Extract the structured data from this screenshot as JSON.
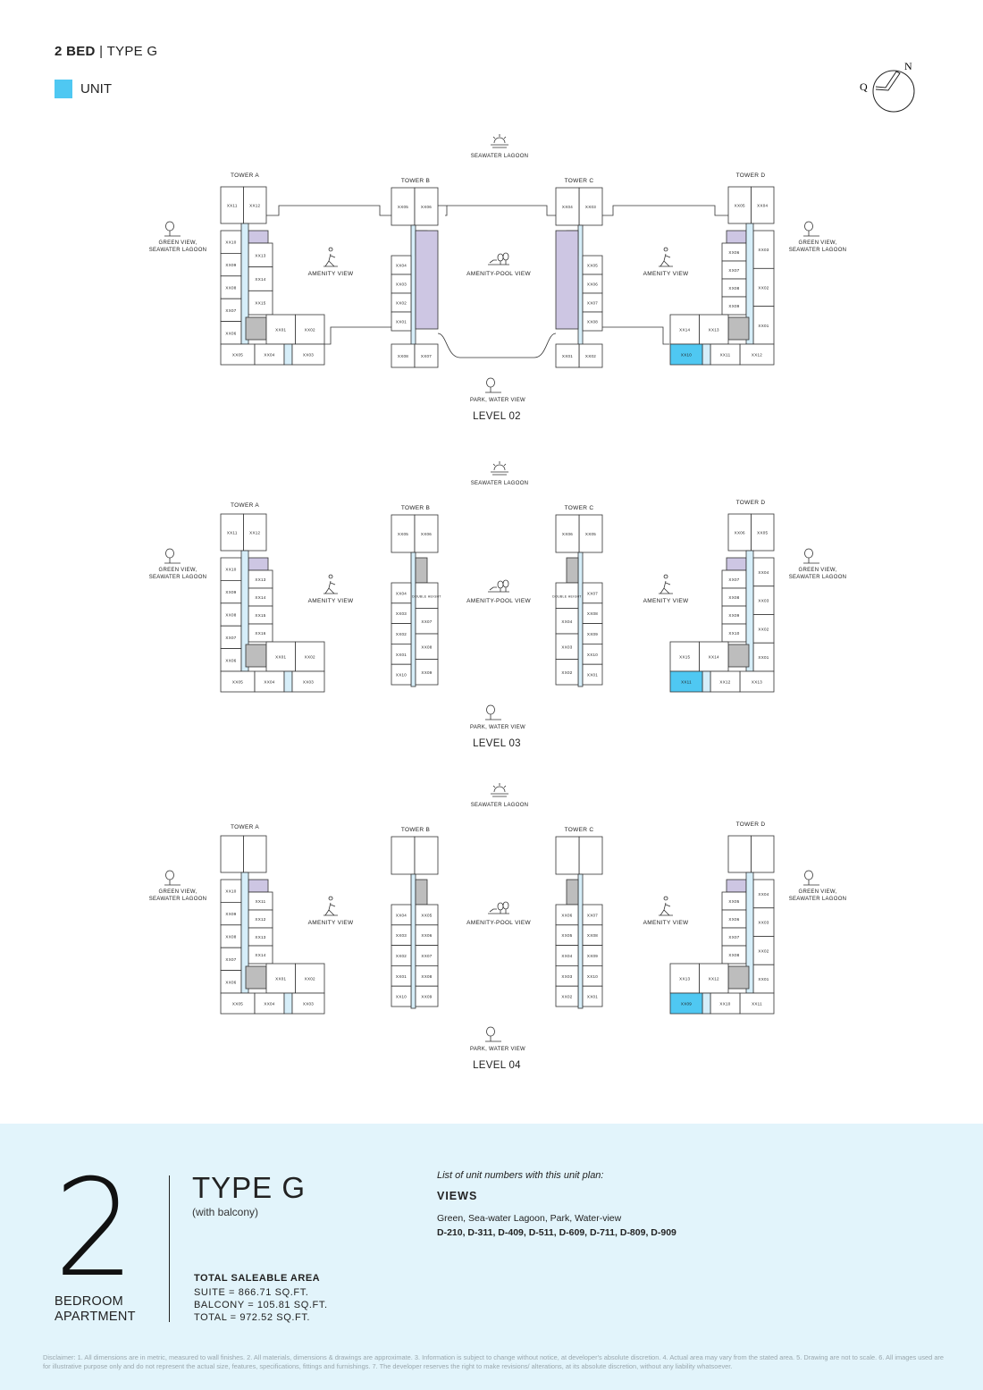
{
  "header": {
    "bed": "2 BED",
    "separator": "|",
    "type": "TYPE G"
  },
  "legend": {
    "label": "UNIT",
    "color": "#4fc8f2"
  },
  "compass": {
    "north": "N",
    "q": "Q"
  },
  "colors": {
    "unit": "#4fc8f2",
    "corridor": "#d6eef9",
    "amenity": "#cdc6e3",
    "core": "#bdbdbd"
  },
  "views": {
    "top": "SEAWATER LAGOON",
    "left": [
      "GREEN VIEW,",
      "SEAWATER LAGOON"
    ],
    "right": [
      "GREEN VIEW,",
      "SEAWATER LAGOON"
    ],
    "amenity": "AMENITY VIEW",
    "pool": "AMENITY-POOL VIEW",
    "bottom": "PARK, WATER VIEW"
  },
  "towers": {
    "A": "TOWER A",
    "B": "TOWER B",
    "C": "TOWER C",
    "D": "TOWER D"
  },
  "levels": [
    {
      "label": "LEVEL 02",
      "A": {
        "top": [
          "XX11",
          "XX12"
        ],
        "left": [
          "XX10",
          "XX09",
          "XX08",
          "XX07",
          "XX06"
        ],
        "right": [
          "XX13",
          "XX14",
          "XX15"
        ],
        "foot": [
          "XX01",
          "XX02"
        ],
        "bottom": [
          "XX05",
          "XX04",
          "XX03"
        ]
      },
      "B": {
        "top": [
          "XX05",
          "XX06"
        ],
        "left": [
          "XX04",
          "XX03",
          "XX02",
          "XX01"
        ],
        "right": [],
        "bottom": [
          "XX08",
          "XX07"
        ]
      },
      "C": {
        "top": [
          "XX03",
          "XX04"
        ],
        "left": [
          "XX05",
          "XX06",
          "XX07",
          "XX08"
        ],
        "right": [],
        "bottom": [
          "XX02",
          "XX01"
        ]
      },
      "D": {
        "top": [
          "XX04",
          "XX05"
        ],
        "left": [
          "XX03",
          "XX02",
          "XX01"
        ],
        "right": [
          "XX06",
          "XX07",
          "XX08",
          "XX09"
        ],
        "foot": [
          "XX13",
          "XX14"
        ],
        "bottom": [
          "XX12",
          "XX11",
          "XX10"
        ],
        "highlight": "XX10"
      }
    },
    {
      "label": "LEVEL 03",
      "A": {
        "top": [
          "XX11",
          "XX12"
        ],
        "left": [
          "XX10",
          "XX09",
          "XX08",
          "XX07",
          "XX06"
        ],
        "right": [
          "XX13",
          "XX14",
          "XX15",
          "XX16"
        ],
        "foot": [
          "XX01",
          "XX02"
        ],
        "bottom": [
          "XX05",
          "XX04",
          "XX03"
        ]
      },
      "B": {
        "top": [
          "XX05",
          "XX06"
        ],
        "left": [
          "XX04",
          "XX03",
          "XX02",
          "XX01",
          "XX10"
        ],
        "right": [
          "DOUBLE HEIGHT",
          "XX07",
          "XX08",
          "XX09"
        ],
        "bottom": []
      },
      "C": {
        "top": [
          "XX05",
          "XX06"
        ],
        "left": [
          "XX07",
          "XX08",
          "XX09",
          "XX10",
          "XX01"
        ],
        "right": [
          "DOUBLE HEIGHT",
          "XX04",
          "XX03",
          "XX02"
        ],
        "bottom": []
      },
      "D": {
        "top": [
          "XX05",
          "XX06"
        ],
        "left": [
          "XX04",
          "XX03",
          "XX02",
          "XX01"
        ],
        "right": [
          "XX07",
          "XX08",
          "XX09",
          "XX10"
        ],
        "foot": [
          "XX14",
          "XX15"
        ],
        "bottom": [
          "XX13",
          "XX12",
          "XX11"
        ],
        "highlight": "XX11"
      }
    },
    {
      "label": "LEVEL 04",
      "A": {
        "top": [],
        "left": [
          "XX10",
          "XX09",
          "XX08",
          "XX07",
          "XX06"
        ],
        "right": [
          "XX11",
          "XX12",
          "XX13",
          "XX14"
        ],
        "foot": [
          "XX01",
          "XX02"
        ],
        "bottom": [
          "XX05",
          "XX04",
          "XX03"
        ]
      },
      "B": {
        "top": [],
        "left": [
          "XX04",
          "XX03",
          "XX02",
          "XX01",
          "XX10"
        ],
        "right": [
          "XX05",
          "XX06",
          "XX07",
          "XX08",
          "XX09"
        ],
        "bottom": []
      },
      "C": {
        "top": [],
        "left": [
          "XX07",
          "XX08",
          "XX09",
          "XX10",
          "XX01"
        ],
        "right": [
          "XX06",
          "XX05",
          "XX04",
          "XX03",
          "XX02"
        ],
        "bottom": []
      },
      "D": {
        "top": [],
        "left": [
          "XX04",
          "XX03",
          "XX02",
          "XX01"
        ],
        "right": [
          "XX05",
          "XX06",
          "XX07",
          "XX08"
        ],
        "foot": [
          "XX12",
          "XX13"
        ],
        "bottom": [
          "XX11",
          "XX10",
          "XX09"
        ],
        "highlight": "XX09"
      }
    }
  ],
  "summary": {
    "number": "2",
    "bedroom": "BEDROOM",
    "apartment": "APARTMENT",
    "type": "TYPE G",
    "with_balcony": "(with balcony)",
    "area_title": "TOTAL SALEABLE AREA",
    "suite": "SUITE = 866.71 SQ.FT.",
    "balcony": "BALCONY = 105.81 SQ.FT.",
    "total": "TOTAL = 972.52 SQ.FT.",
    "list_heading": "List of unit numbers with this unit plan:",
    "views_heading": "VIEWS",
    "views_text": "Green, Sea-water Lagoon, Park, Water-view",
    "unit_list": "D-210, D-311, D-409, D-511, D-609, D-711, D-809, D-909"
  },
  "disclaimer": "Disclaimer: 1. All dimensions are in metric, measured to wall finishes. 2. All materials, dimensions & drawings are approximate. 3. Information is subject to change without notice, at developer's absolute discretion. 4. Actual area may vary from the stated area. 5. Drawing are not to scale. 6. All images used are for illustrative purpose only and do not represent the actual size, features, specifications, fittings and furnishings. 7. The developer reserves the right to make revisions/ alterations, at its absolute discretion, without any liability whatsoever."
}
